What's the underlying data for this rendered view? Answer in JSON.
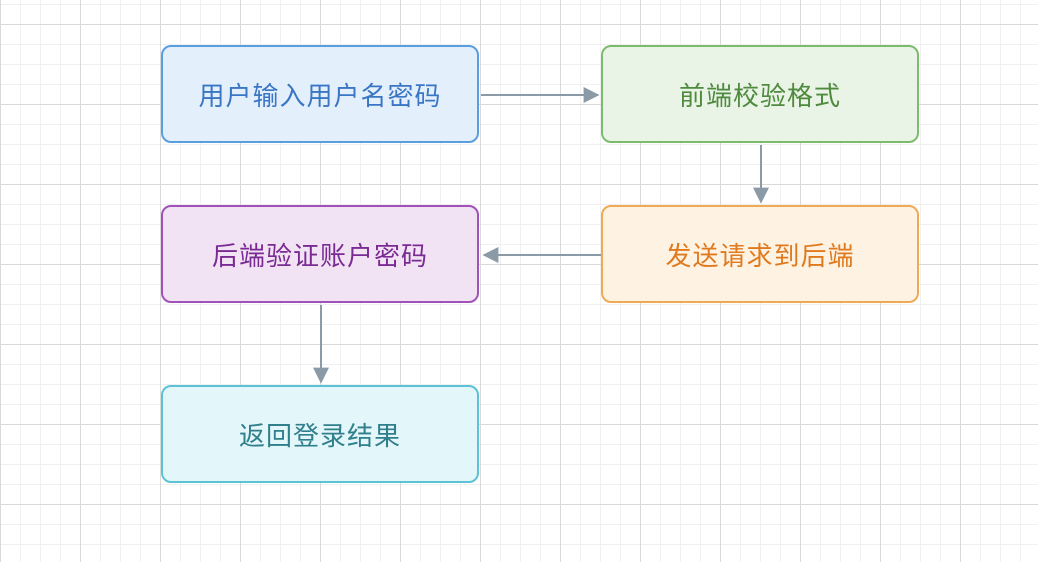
{
  "diagram": {
    "nodes": [
      {
        "id": "n1",
        "label": "用户输入用户名密码"
      },
      {
        "id": "n2",
        "label": "前端校验格式"
      },
      {
        "id": "n3",
        "label": "发送请求到后端"
      },
      {
        "id": "n4",
        "label": "后端验证账户密码"
      },
      {
        "id": "n5",
        "label": "返回登录结果"
      }
    ],
    "edges": [
      {
        "from": "n1",
        "to": "n2"
      },
      {
        "from": "n2",
        "to": "n3"
      },
      {
        "from": "n3",
        "to": "n4"
      },
      {
        "from": "n4",
        "to": "n5"
      }
    ],
    "colors": {
      "edge": "#8a9aa6",
      "grid": "#d9d9d9"
    }
  }
}
